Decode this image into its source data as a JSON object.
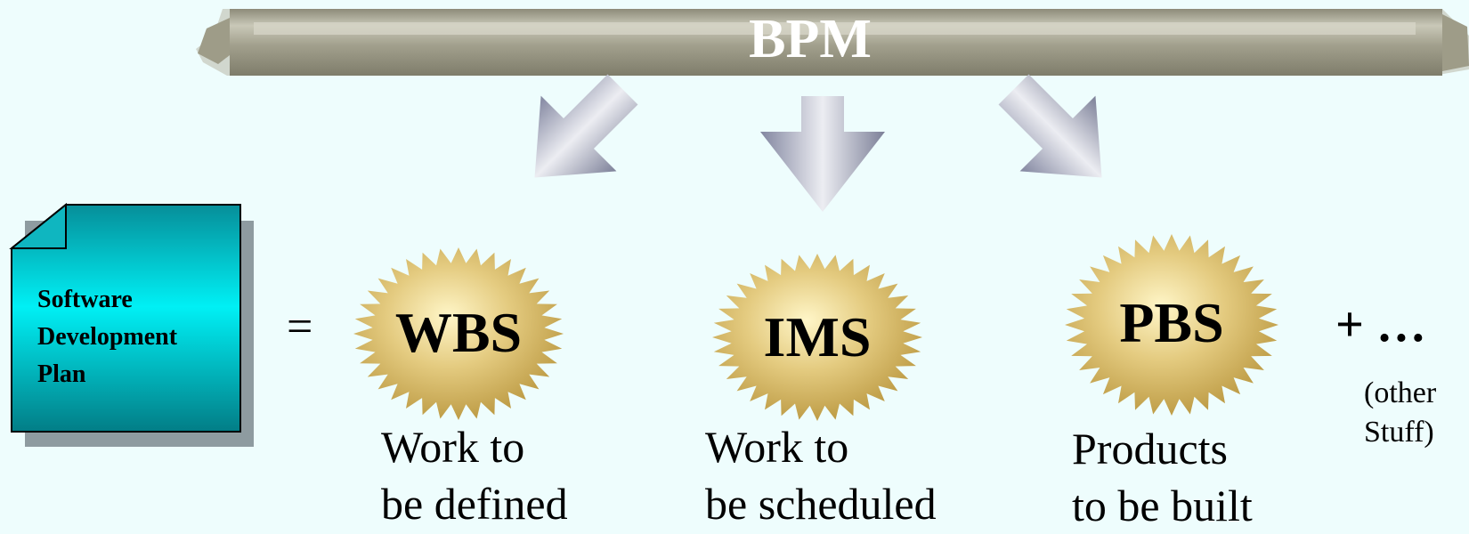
{
  "banner": {
    "label": "BPM"
  },
  "document": {
    "line1": "Software",
    "line2": "Development",
    "line3": "Plan"
  },
  "equals": "=",
  "seals": [
    {
      "label": "WBS",
      "caption_line1": "Work to",
      "caption_line2": "be defined"
    },
    {
      "label": "IMS",
      "caption_line1": "Work to",
      "caption_line2": "be scheduled"
    },
    {
      "label": "PBS",
      "caption_line1": "Products",
      "caption_line2": "to be built"
    }
  ],
  "extra": {
    "plus": "+ …",
    "line1": "(other",
    "line2": "Stuff)"
  },
  "colors": {
    "background": "#eefdfd",
    "banner": "#a7a592",
    "document": "#0aa9b4",
    "seal": "#d4bb6c",
    "arrow": "#a1a4b8"
  }
}
